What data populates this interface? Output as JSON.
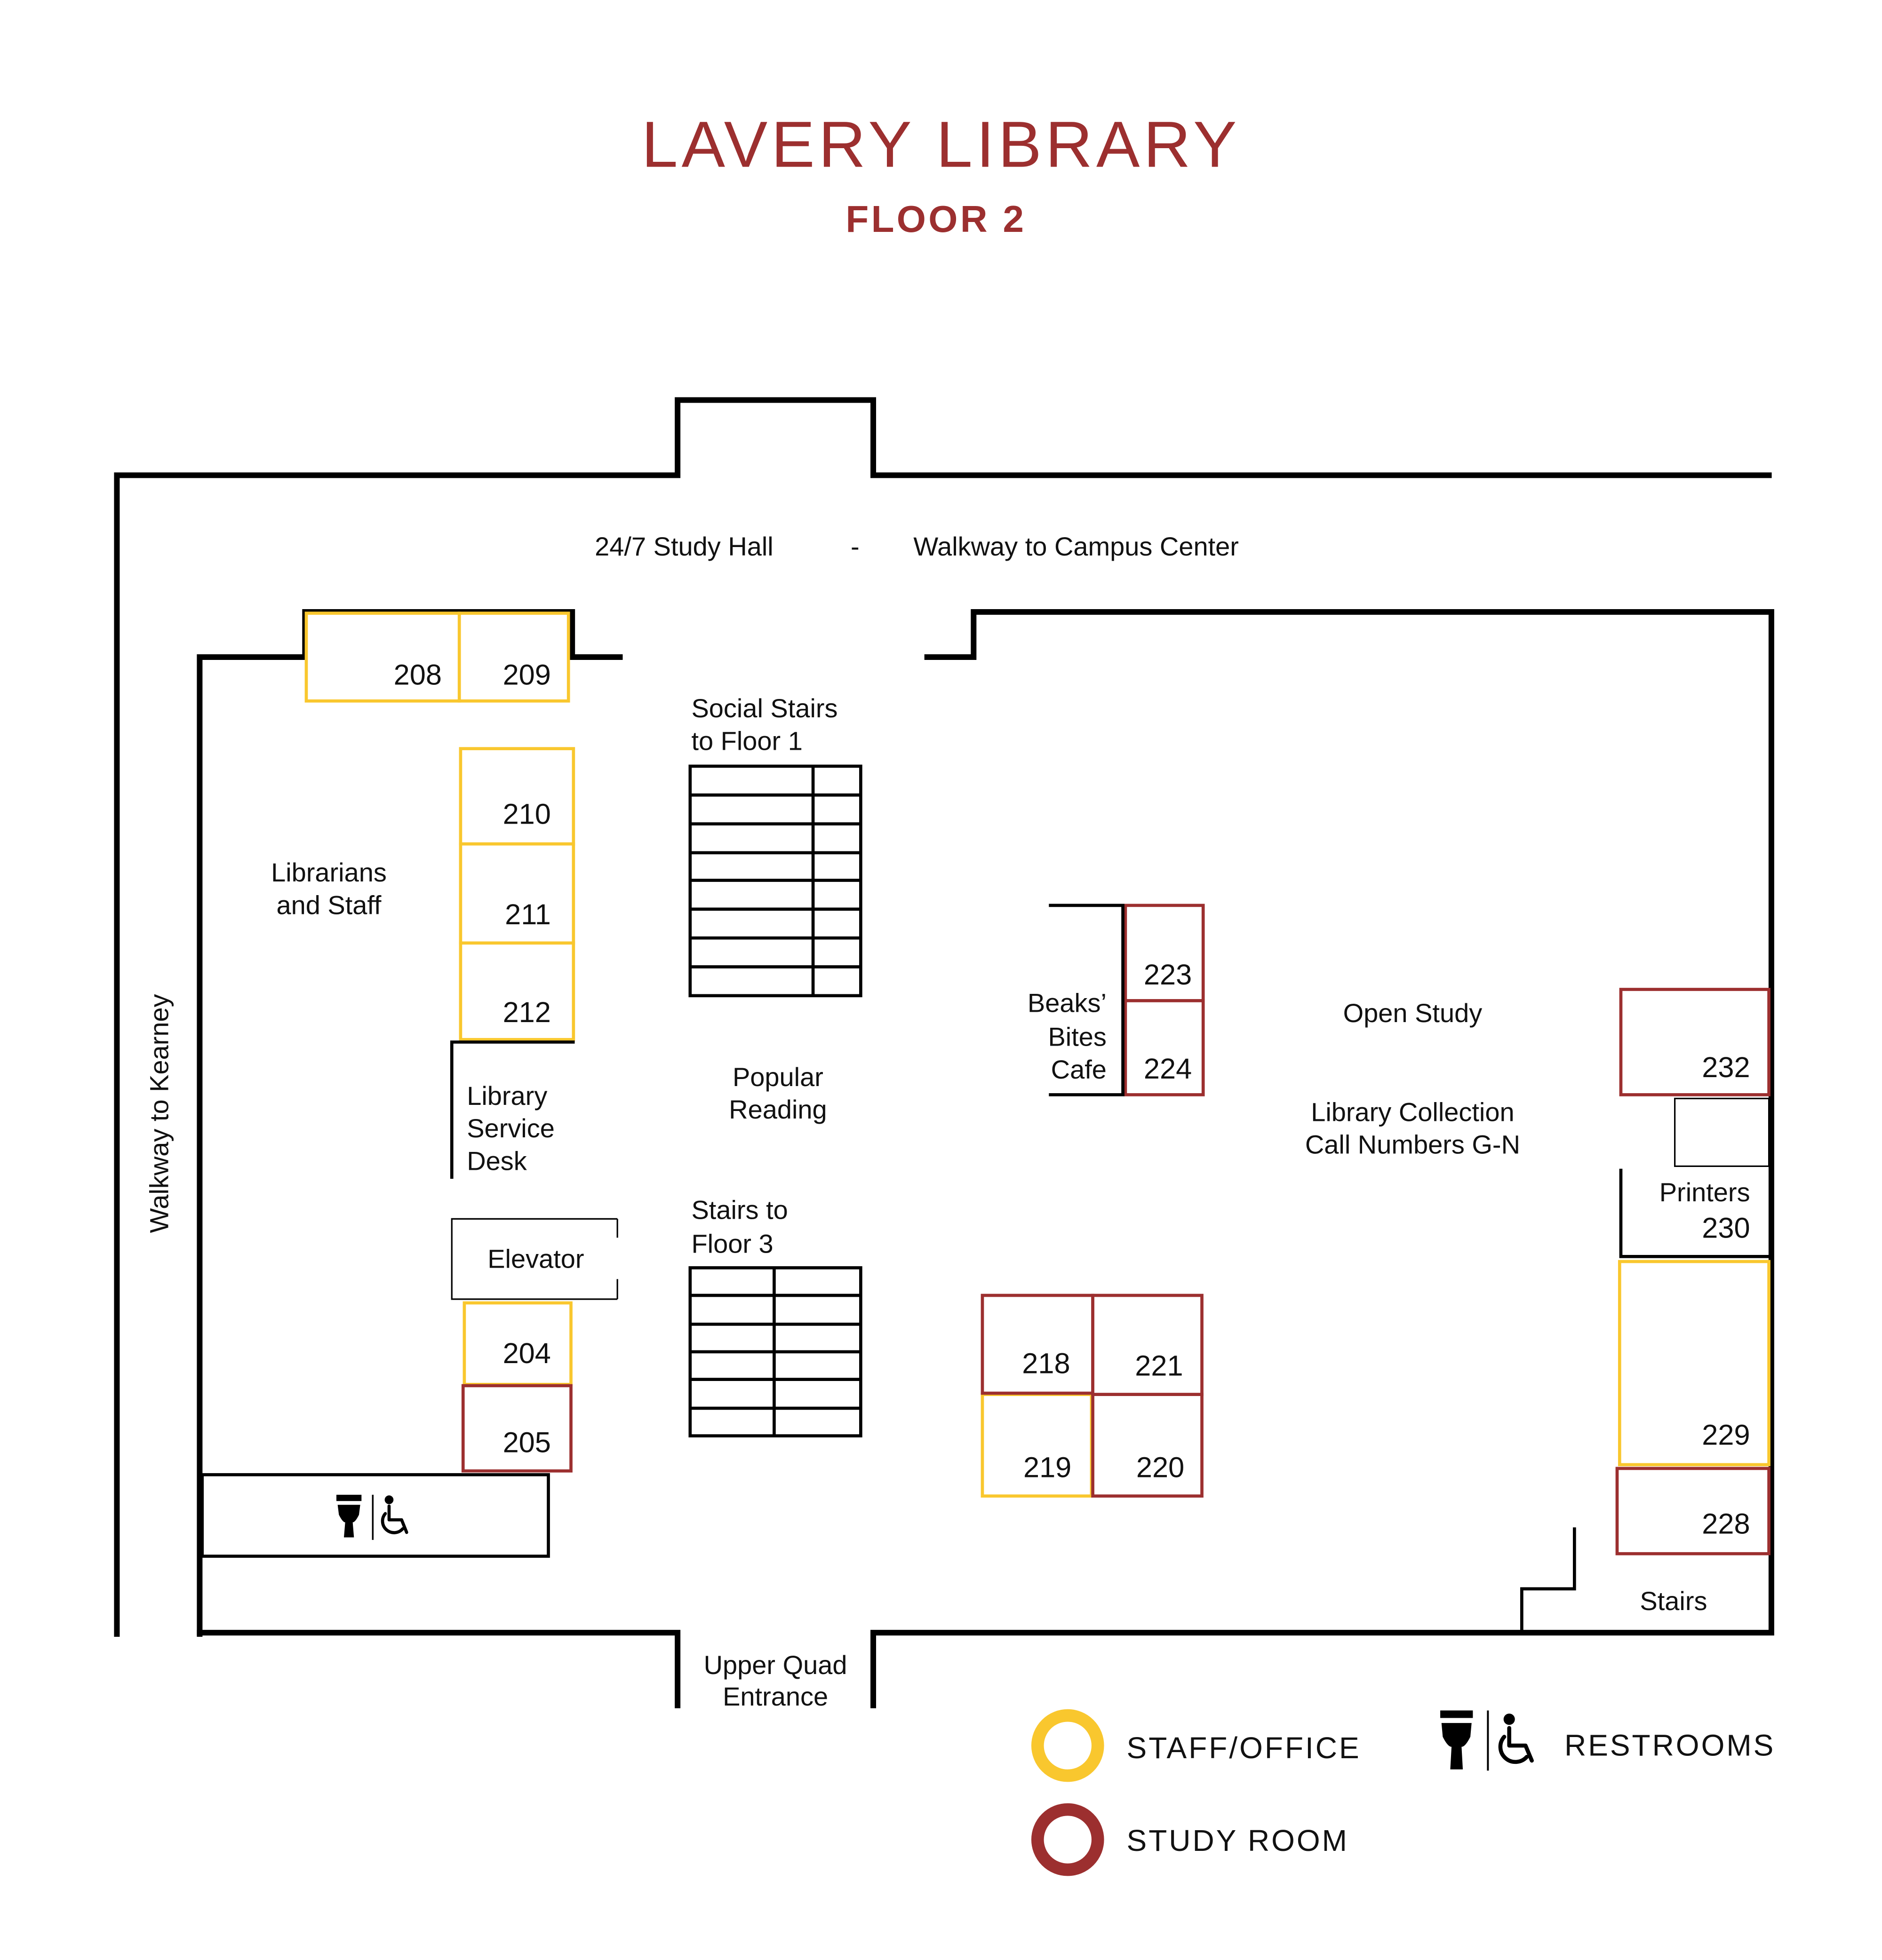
{
  "header": {
    "title": "LAVERY LIBRARY",
    "subtitle": "FLOOR 2"
  },
  "labels": {
    "study_hall": "24/7 Study Hall",
    "dash": "-",
    "walkway_campus": "Walkway to Campus Center",
    "walkway_kearney": "Walkway to Kearney",
    "social_stairs_line1": "Social Stairs",
    "social_stairs_line2": "to Floor 1",
    "librarians_line1": "Librarians",
    "librarians_line2": "and Staff",
    "service_desk_line1": "Library",
    "service_desk_line2": "Service",
    "service_desk_line3": "Desk",
    "popular_line1": "Popular",
    "popular_line2": "Reading",
    "elevator": "Elevator",
    "stairs3_line1": "Stairs to",
    "stairs3_line2": "Floor 3",
    "cafe_line1": "Beaks’",
    "cafe_line2": "Bites",
    "cafe_line3": "Cafe",
    "open_study": "Open Study",
    "collection_line1": "Library Collection",
    "collection_line2": "Call Numbers G-N",
    "printers": "Printers",
    "stairs": "Stairs",
    "entrance_line1": "Upper Quad",
    "entrance_line2": "Entrance"
  },
  "rooms": {
    "r208": "208",
    "r209": "209",
    "r210": "210",
    "r211": "211",
    "r212": "212",
    "r204": "204",
    "r205": "205",
    "r218": "218",
    "r219": "219",
    "r220": "220",
    "r221": "221",
    "r223": "223",
    "r224": "224",
    "r228": "228",
    "r229": "229",
    "r230": "230",
    "r232": "232"
  },
  "legend": {
    "staff_label": "STAFF/OFFICE",
    "study_label": "STUDY ROOM",
    "restrooms_label": "RESTROOMS"
  },
  "colors": {
    "staff": "#f9c72e",
    "study": "#9c2f2f",
    "title": "#9c2f2f",
    "walls": "#000000"
  },
  "icons": [
    "toilet-icon",
    "wheelchair-icon"
  ]
}
